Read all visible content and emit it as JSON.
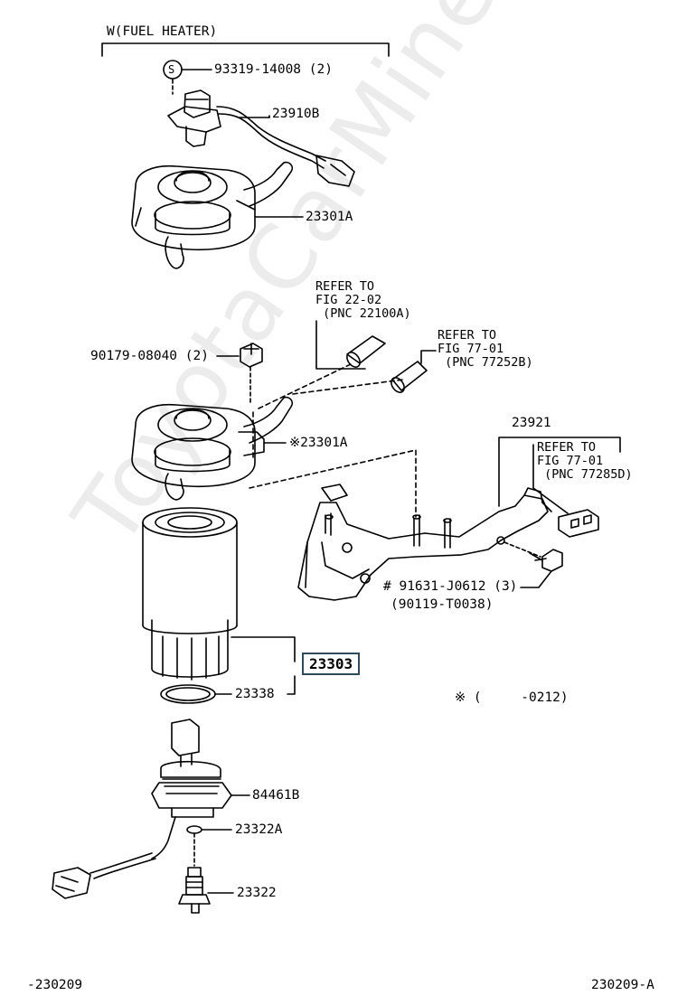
{
  "header": {
    "group_label": "W(FUEL HEATER)"
  },
  "parts": {
    "screw": "93319-14008 (2)",
    "screw_badge": "S",
    "heater_sensor": "23910B",
    "filter_head_upper": "23301A",
    "nut": "90179-08040 (2)",
    "filter_head_lower": "※23301A",
    "filter_element": "23303",
    "o_ring": "23338",
    "drain_switch": "84461B",
    "gasket": "23322A",
    "drain_cock": "23322",
    "bracket": "23921",
    "bolt_line1": "# 91631-J0612 (3)",
    "bolt_line2": "(90119-T0038)"
  },
  "refs": {
    "ref1": [
      "REFER TO",
      "FIG 22-02",
      " (PNC 22100A)"
    ],
    "ref2": [
      "REFER TO",
      "FIG 77-01",
      " (PNC 77252B)"
    ],
    "ref3": [
      "REFER TO",
      "FIG 77-01",
      " (PNC 77285D)"
    ]
  },
  "notes": {
    "asterisk_note": "※ (     -0212)"
  },
  "footer": {
    "left_code": "-230209",
    "right_code": "230209-A"
  },
  "watermark": "ToyotaCarMine.ru"
}
